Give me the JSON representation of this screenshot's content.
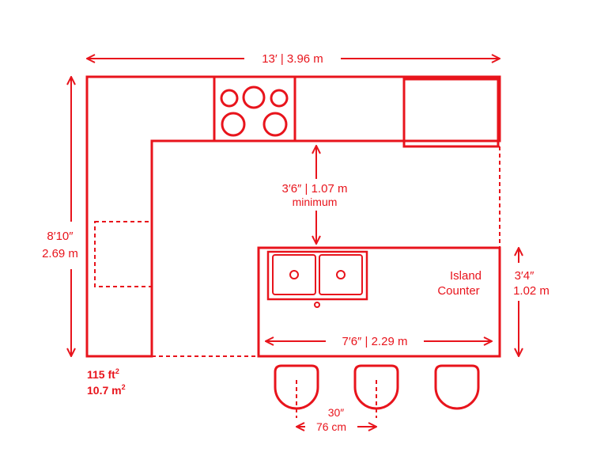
{
  "colors": {
    "accent": "#e8141c",
    "background": "#ffffff"
  },
  "dimensions": {
    "overall_width": "13′ | 3.96 m",
    "overall_depth_ft": "8′10″",
    "overall_depth_m": "2.69 m",
    "aisle_clearance": "3′6″ | 1.07 m",
    "aisle_clearance_note": "minimum",
    "island_height_ft": "3′4″",
    "island_height_m": "1.02 m",
    "island_length": "7′6″ | 2.29 m",
    "stool_spacing_in": "30″",
    "stool_spacing_cm": "76 cm"
  },
  "area": {
    "imperial": "115 ft",
    "metric": "10.7 m",
    "exponent": "2"
  },
  "island": {
    "line1": "Island",
    "line2": "Counter"
  }
}
